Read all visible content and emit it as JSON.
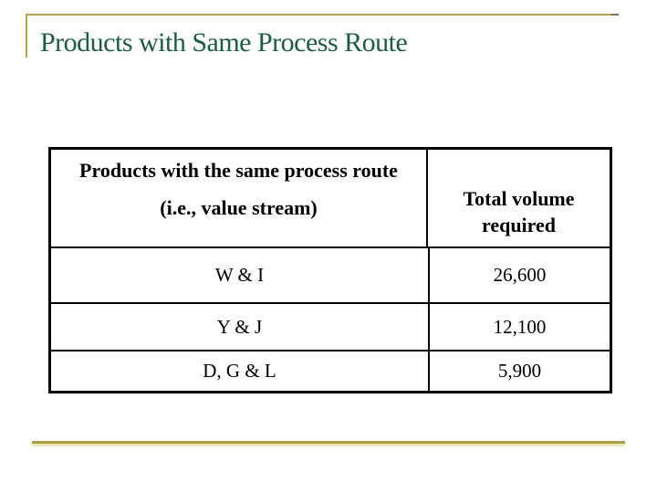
{
  "slide": {
    "title": "Products with Same Process Route"
  },
  "colors": {
    "accent_gold": "#b3a445",
    "accent_gold_light": "#efe9bc",
    "title_green": "#1d5b45",
    "table_border": "#000000"
  },
  "table": {
    "header": {
      "col1_line1": "Products with the same process route",
      "col1_line2": "(i.e., value stream)",
      "col2": "Total volume required"
    },
    "rows": [
      [
        "W & I",
        "26,600"
      ],
      [
        "Y & J",
        "12,100"
      ],
      [
        "D, G & L",
        "5,900"
      ]
    ]
  }
}
